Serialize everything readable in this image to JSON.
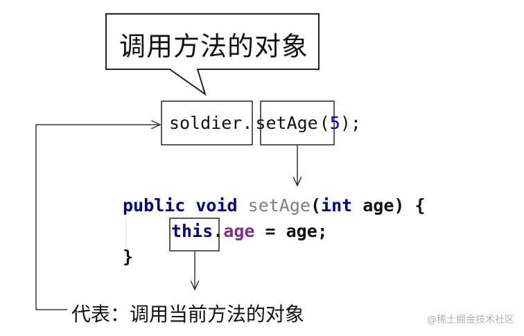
{
  "callout": {
    "text": "调用方法的对象"
  },
  "top_code": {
    "object": "soldier",
    "dot": ".",
    "method": "setAge",
    "open": "(",
    "arg": "5",
    "close": ");"
  },
  "method_def": {
    "line1": {
      "public": "public",
      "void": "void",
      "name": "setAge",
      "open": "(",
      "int": "int",
      "param": "age",
      "close": ") {"
    },
    "line2": {
      "this": "this",
      "dot": ".",
      "field": "age",
      "rest": " = age;"
    },
    "line3": {
      "brace": "}"
    }
  },
  "bottom_label": "代表：调用当前方法的对象",
  "watermark": "@稀土掘金技术社区",
  "colors": {
    "keyword": "#000080",
    "method_name": "#7f7f7f",
    "field": "#7f2f8f",
    "number": "#0000cc",
    "line": "#333333"
  }
}
